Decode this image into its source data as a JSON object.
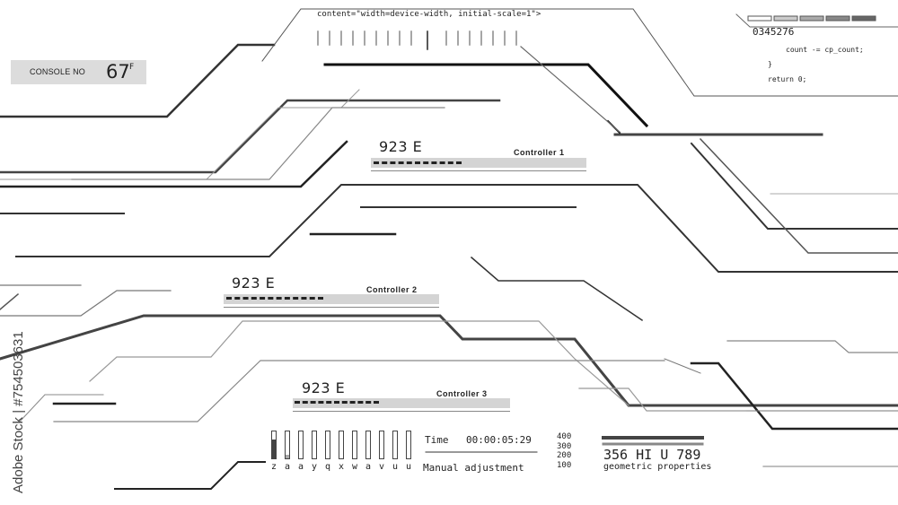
{
  "console": {
    "label": "CONSOLE NO",
    "value": "67",
    "unit": "F"
  },
  "meta_text": "content=\"width=device-width, initial-scale=1\">",
  "code": {
    "number": "0345276",
    "lines": [
      "count -= cp_count;",
      "}",
      "return 0;"
    ]
  },
  "controllers": [
    {
      "value": "923 E",
      "label": "Controller 1"
    },
    {
      "value": "923 E",
      "label": "Controller 2"
    },
    {
      "value": "923 E",
      "label": "Controller 3"
    }
  ],
  "time": {
    "label": "Time",
    "value": "00:00:05:29"
  },
  "manual": "Manual adjustment",
  "scale": [
    "400",
    "300",
    "200",
    "100"
  ],
  "letters": [
    "z",
    "a",
    "a",
    "y",
    "q",
    "x",
    "w",
    "a",
    "v",
    "u",
    "u"
  ],
  "geometric": {
    "value": "356 HI U 789",
    "label": "geometric properties"
  },
  "watermark": "Adobe Stock | #754503631",
  "colors": {
    "line_dark": "#222222",
    "line_gray": "#888888",
    "panel": "#d4d4d4"
  }
}
